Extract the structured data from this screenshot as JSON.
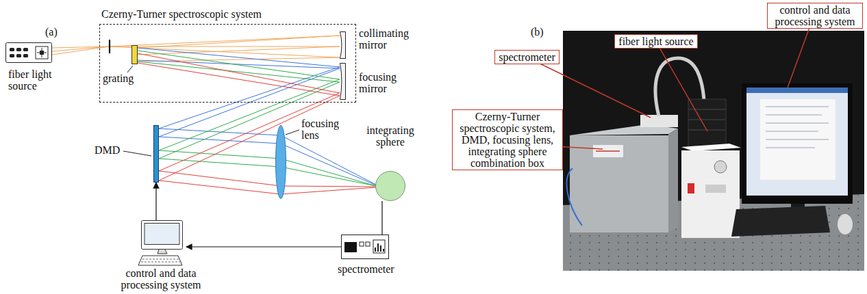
{
  "diagram": {
    "nodes": [
      {
        "text": [
          "Czerny-Turner spectroscopic system"
        ]
      },
      {
        "text": [
          "collimating mirror"
        ],
        "in": 0
      },
      {
        "text": [
          "focusing mirror"
        ],
        "in": 0
      },
      {
        "text": [
          "grating"
        ],
        "in": 0
      },
      {
        "text": [
          "fiber light source"
        ]
      },
      {
        "text": [
          "DMD"
        ]
      },
      {
        "text": [
          "focusing lens"
        ]
      },
      {
        "text": [
          "integrating sphere"
        ]
      },
      {
        "text": [
          "spectrometer"
        ]
      },
      {
        "text": [
          "control and data processing system"
        ]
      },
      {
        "text": [
          "spectrometer"
        ]
      },
      {
        "text": [
          "fiber light source"
        ]
      },
      {
        "text": [
          "control and data processing system"
        ]
      },
      {
        "text": [
          "Czerny-Turner spectroscopic system, DMD, focusing lens, integrating sphere combination box"
        ]
      }
    ],
    "edges": [
      {
        "from": 7,
        "to": 8,
        "arrow": "none"
      },
      {
        "from": 8,
        "to": 9,
        "arrow": "to"
      },
      {
        "from": 9,
        "to": 5,
        "arrow": "to"
      }
    ],
    "labels": [
      "(a)",
      "(b)"
    ]
  }
}
